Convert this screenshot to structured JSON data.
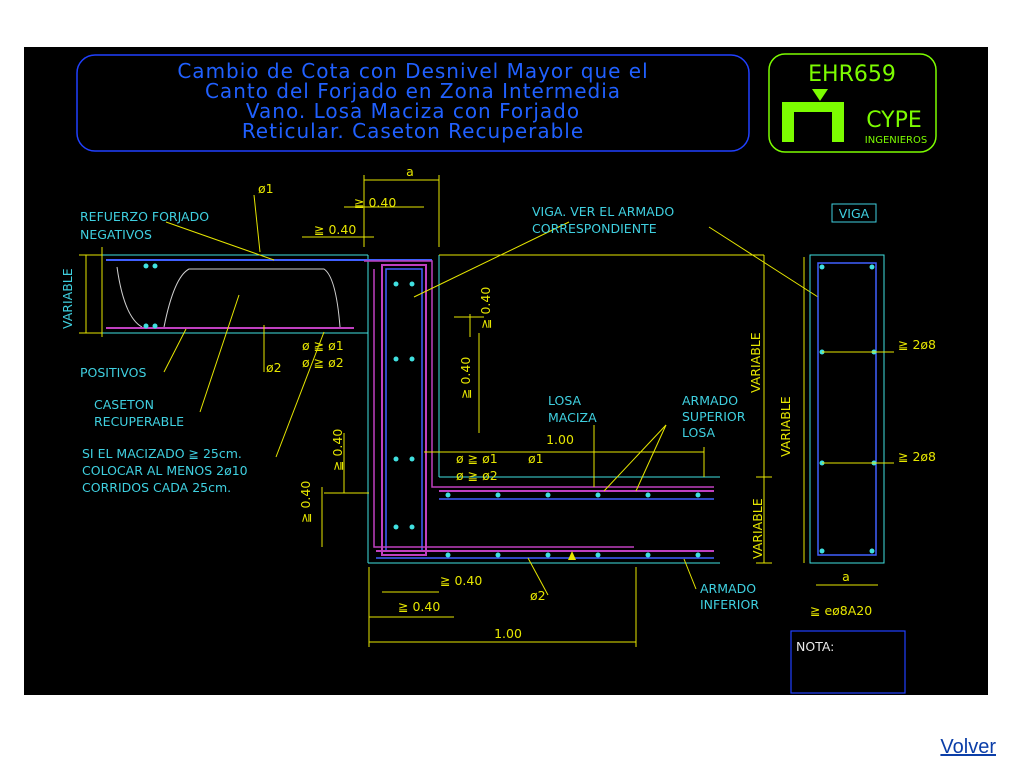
{
  "title_lines": [
    "Cambio de Cota con Desnivel Mayor que el",
    "Canto del Forjado en Zona Intermedia",
    "Vano. Losa Maciza con Forjado",
    "Reticular. Caseton Recuperable"
  ],
  "logo": {
    "code": "EHR659",
    "brand": "CYPE",
    "sub": "INGENIEROS"
  },
  "labels": {
    "refuerzo_forjado": "REFUERZO FORJADO",
    "negativos": "NEGATIVOS",
    "variable": "VARIABLE",
    "positivos": "POSITIVOS",
    "caseton": "CASETON",
    "recuperable": "RECUPERABLE",
    "si_macizado": "SI EL MACIZADO ≧ 25cm.",
    "colocar": "COLOCAR AL MENOS 2ø10",
    "corridos": "CORRIDOS CADA 25cm.",
    "viga_ver": "VIGA. VER EL ARMADO",
    "correspondiente": "CORRESPONDIENTE",
    "losa": "LOSA",
    "maciza": "MACIZA",
    "armado_superior": "ARMADO",
    "superior": "SUPERIOR",
    "losa2": "LOSA",
    "armado_inferior": "ARMADO",
    "inferior": "INFERIOR",
    "viga_box": "VIGA",
    "nota": "NOTA:"
  },
  "dims": {
    "a_top": "a",
    "ge040_a": "≧ 0.40",
    "ge040_b": "≧ 0.40",
    "ge040_v1": "≧ 0.40",
    "ge040_v2": "≧ 0.40",
    "ge040_v3": "≧ 0.40",
    "ge040_v4": "≧ 0.40",
    "ge040_bot1": "≧ 0.40",
    "ge040_bot2": "≧ 0.40",
    "d100_top": "1.00",
    "d100_bot": "1.00",
    "variable_r1": "VARIABLE",
    "variable_r2": "VARIABLE",
    "variable_r3": "VARIABLE",
    "a_bot": "a",
    "stirrups": "≧ eø8A20",
    "phi1_top": "ø1",
    "phi2_left": "ø2",
    "phi_ge1_a": "ø ≧ ø1",
    "phi_ge2_a": "ø ≧ ø2",
    "phi_ge1_b": "ø ≧ ø1",
    "phi_ge2_b": "ø ≧ ø2",
    "phi1_right": "ø1",
    "phi2_bot": "ø2",
    "two_phi8_a": "≧ 2ø8",
    "two_phi8_b": "≧ 2ø8"
  },
  "nav": {
    "volver": "Volver"
  },
  "colors": {
    "background": "#000000",
    "title": "#2060ff",
    "label": "#3fd0e0",
    "dimension": "#e6e600",
    "rebar": "#c040c0",
    "concrete": "#40e0e0",
    "logo": "#7cfc00"
  }
}
